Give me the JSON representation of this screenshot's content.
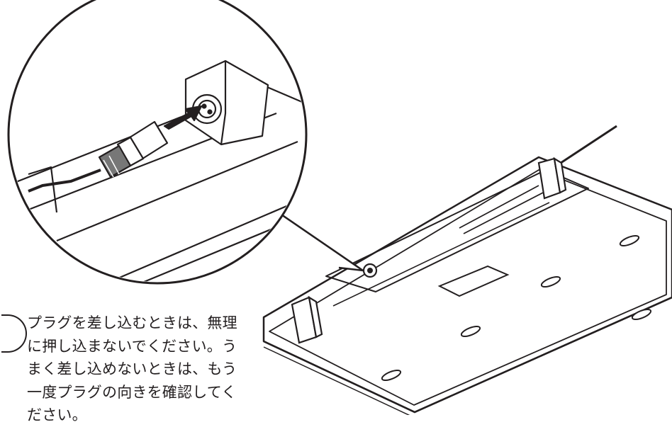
{
  "note": {
    "lines": [
      "プラグを差し込むときは、無理",
      "に押し込まないでください。う",
      "まく差し込めないときは、もう",
      "一度プラグの向きを確認してく",
      "ださい。"
    ]
  },
  "colors": {
    "line": "#231f20",
    "fill": "#ffffff",
    "shade": "#3a3a3a"
  }
}
